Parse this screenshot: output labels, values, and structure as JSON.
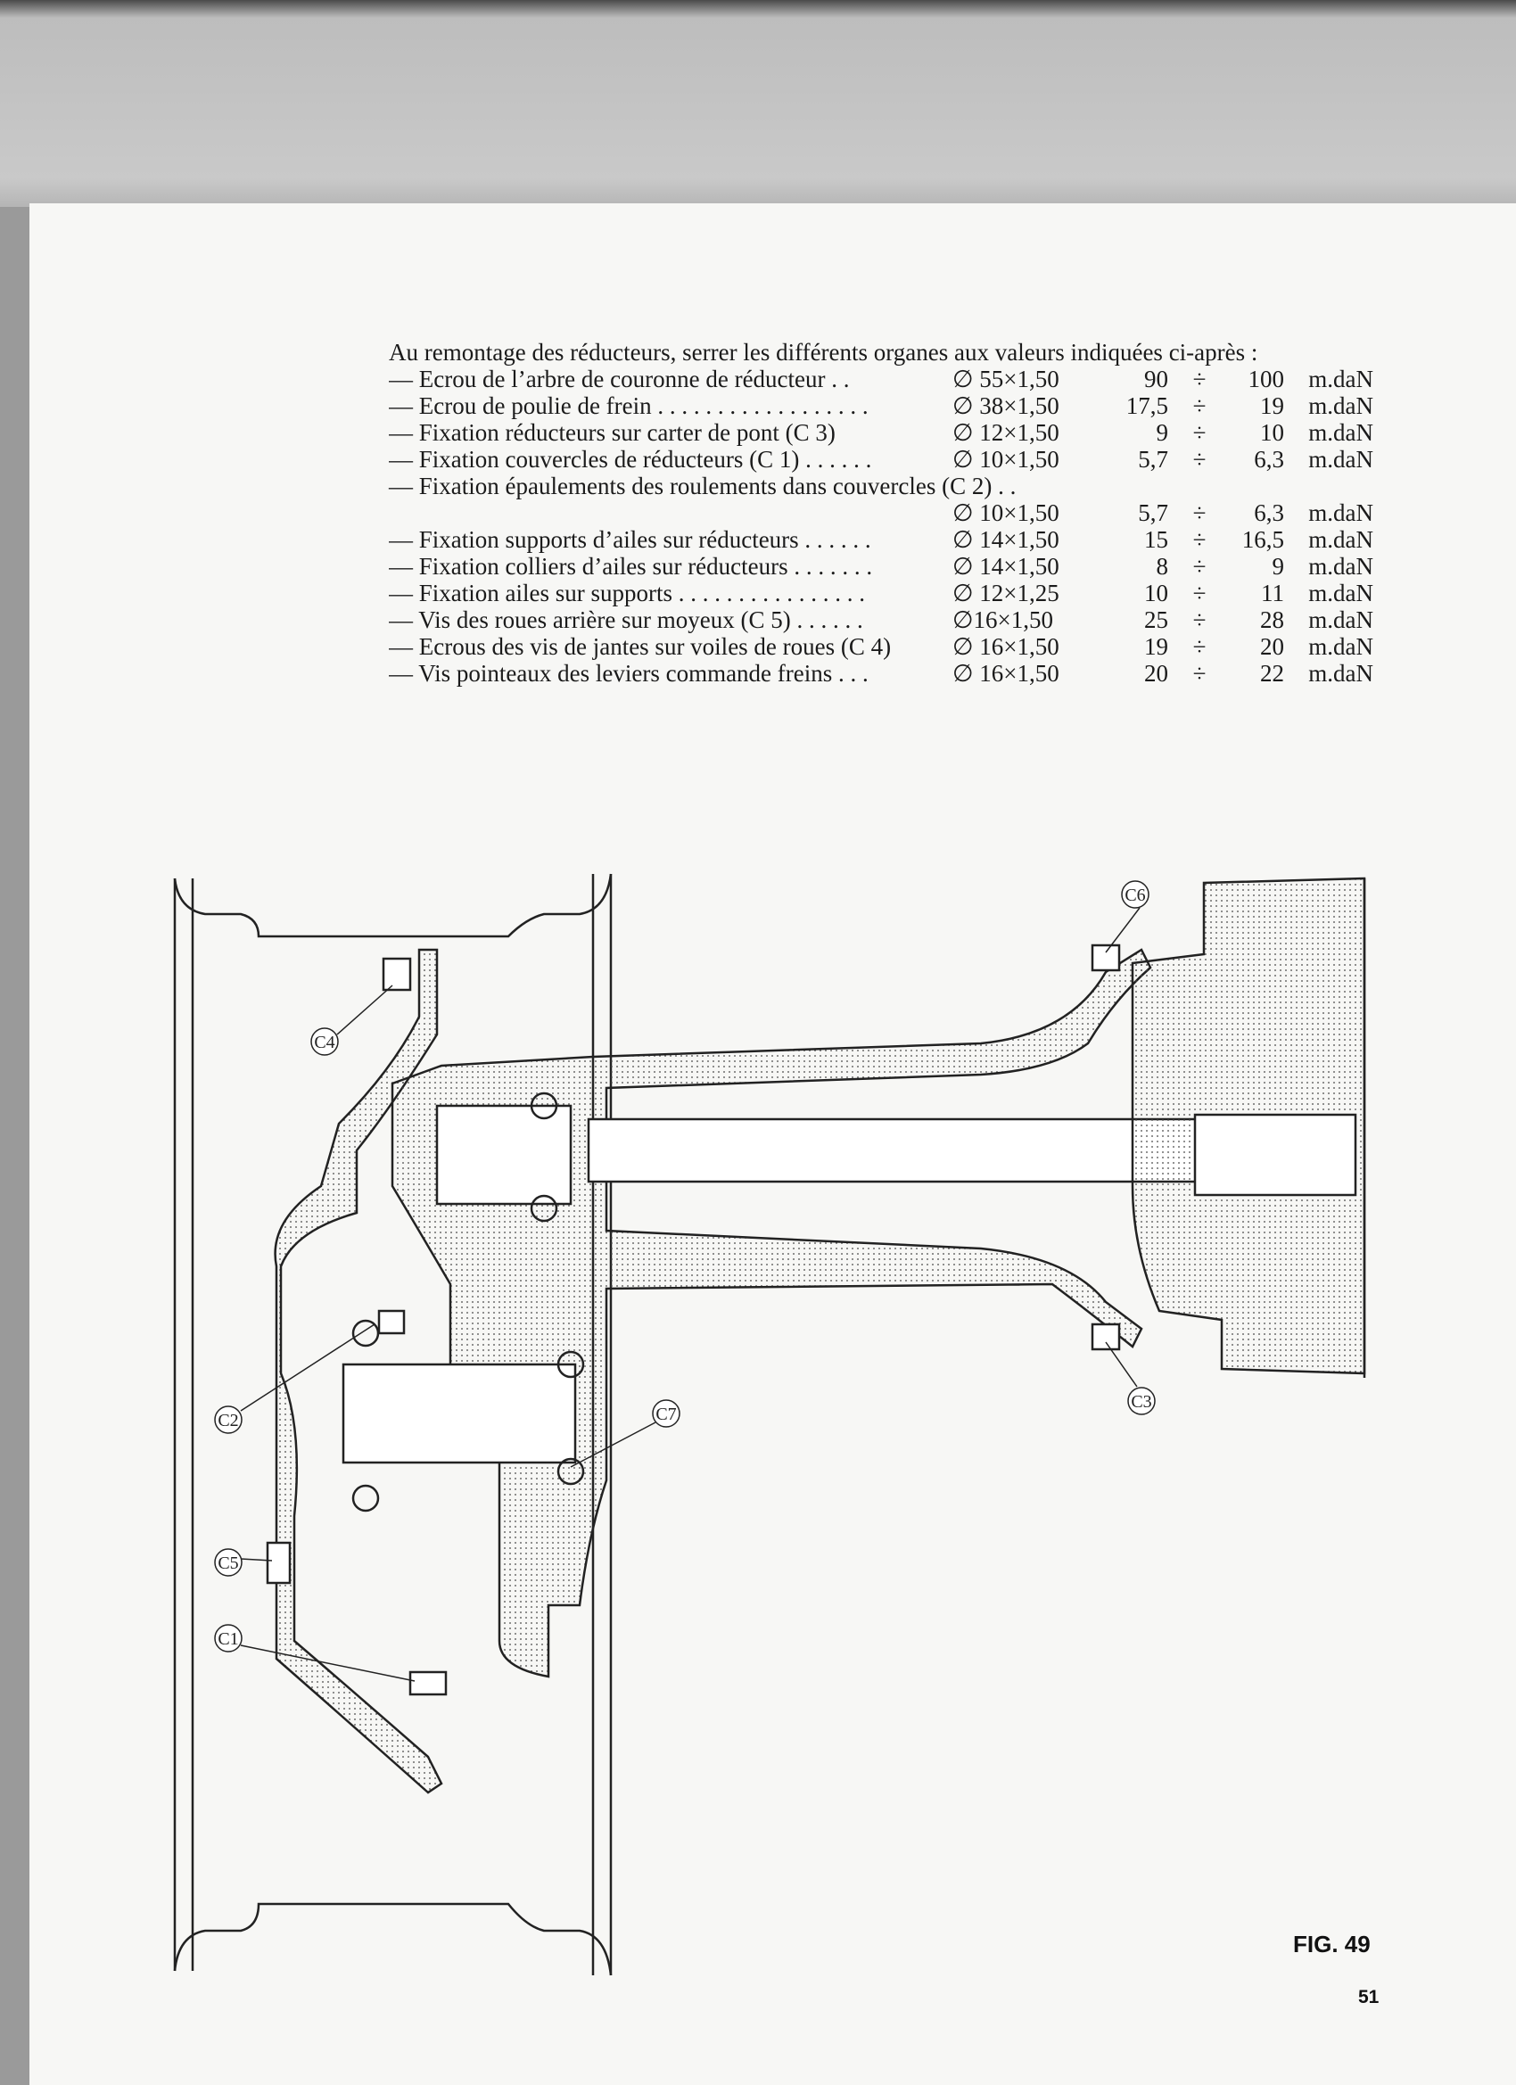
{
  "intro": "Au remontage des réducteurs, serrer les différents organes aux valeurs indiquées ci-après :",
  "rows": [
    {
      "label": "— Ecrou de l’arbre de couronne de réducteur . .",
      "diameter": "∅ 55×1,50",
      "min": "90",
      "sep": "÷",
      "max": "100",
      "unit": "m.daN"
    },
    {
      "label": "— Ecrou de poulie de frein . . . . . . . . . . . . . . . . . .",
      "diameter": "∅ 38×1,50",
      "min": "17,5",
      "sep": "÷",
      "max": "19",
      "unit": "m.daN"
    },
    {
      "label": "— Fixation réducteurs sur carter de pont (C 3)",
      "diameter": "∅ 12×1,50",
      "min": "9",
      "sep": "÷",
      "max": "10",
      "unit": "m.daN"
    },
    {
      "label": "— Fixation couvercles de réducteurs (C 1) . . . . . .",
      "diameter": "∅ 10×1,50",
      "min": "5,7",
      "sep": "÷",
      "max": "6,3",
      "unit": "m.daN"
    },
    {
      "label": "— Fixation épaulements des roulements dans couvercles (C 2) . .",
      "diameter": "",
      "min": "",
      "sep": "",
      "max": "",
      "unit": ""
    },
    {
      "label": "",
      "diameter": "∅ 10×1,50",
      "min": "5,7",
      "sep": "÷",
      "max": "6,3",
      "unit": "m.daN"
    },
    {
      "label": "— Fixation supports d’ailes sur réducteurs . . . . . .",
      "diameter": "∅ 14×1,50",
      "min": "15",
      "sep": "÷",
      "max": "16,5",
      "unit": "m.daN"
    },
    {
      "label": "— Fixation colliers d’ailes sur réducteurs . . . . . . .",
      "diameter": "∅ 14×1,50",
      "min": "8",
      "sep": "÷",
      "max": "9",
      "unit": "m.daN"
    },
    {
      "label": "— Fixation ailes sur supports . . . . . . . . . . . . . . . .",
      "diameter": "∅ 12×1,25",
      "min": "10",
      "sep": "÷",
      "max": "11",
      "unit": "m.daN"
    },
    {
      "label": "— Vis des roues arrière sur moyeux (C 5) . . . . . .",
      "diameter": "∅16×1,50",
      "min": "25",
      "sep": "÷",
      "max": "28",
      "unit": "m.daN"
    },
    {
      "label": "— Ecrous des vis de jantes sur voiles de roues (C 4)",
      "diameter": "∅ 16×1,50",
      "min": "19",
      "sep": "÷",
      "max": "20",
      "unit": "m.daN"
    },
    {
      "label": "— Vis pointeaux des leviers commande freins . . .",
      "diameter": "∅ 16×1,50",
      "min": "20",
      "sep": "÷",
      "max": "22",
      "unit": "m.daN"
    }
  ],
  "figure": {
    "callouts": [
      "C1",
      "C2",
      "C3",
      "C4",
      "C5",
      "C6",
      "C7"
    ],
    "caption": "FIG. 49"
  },
  "page_number": "51"
}
